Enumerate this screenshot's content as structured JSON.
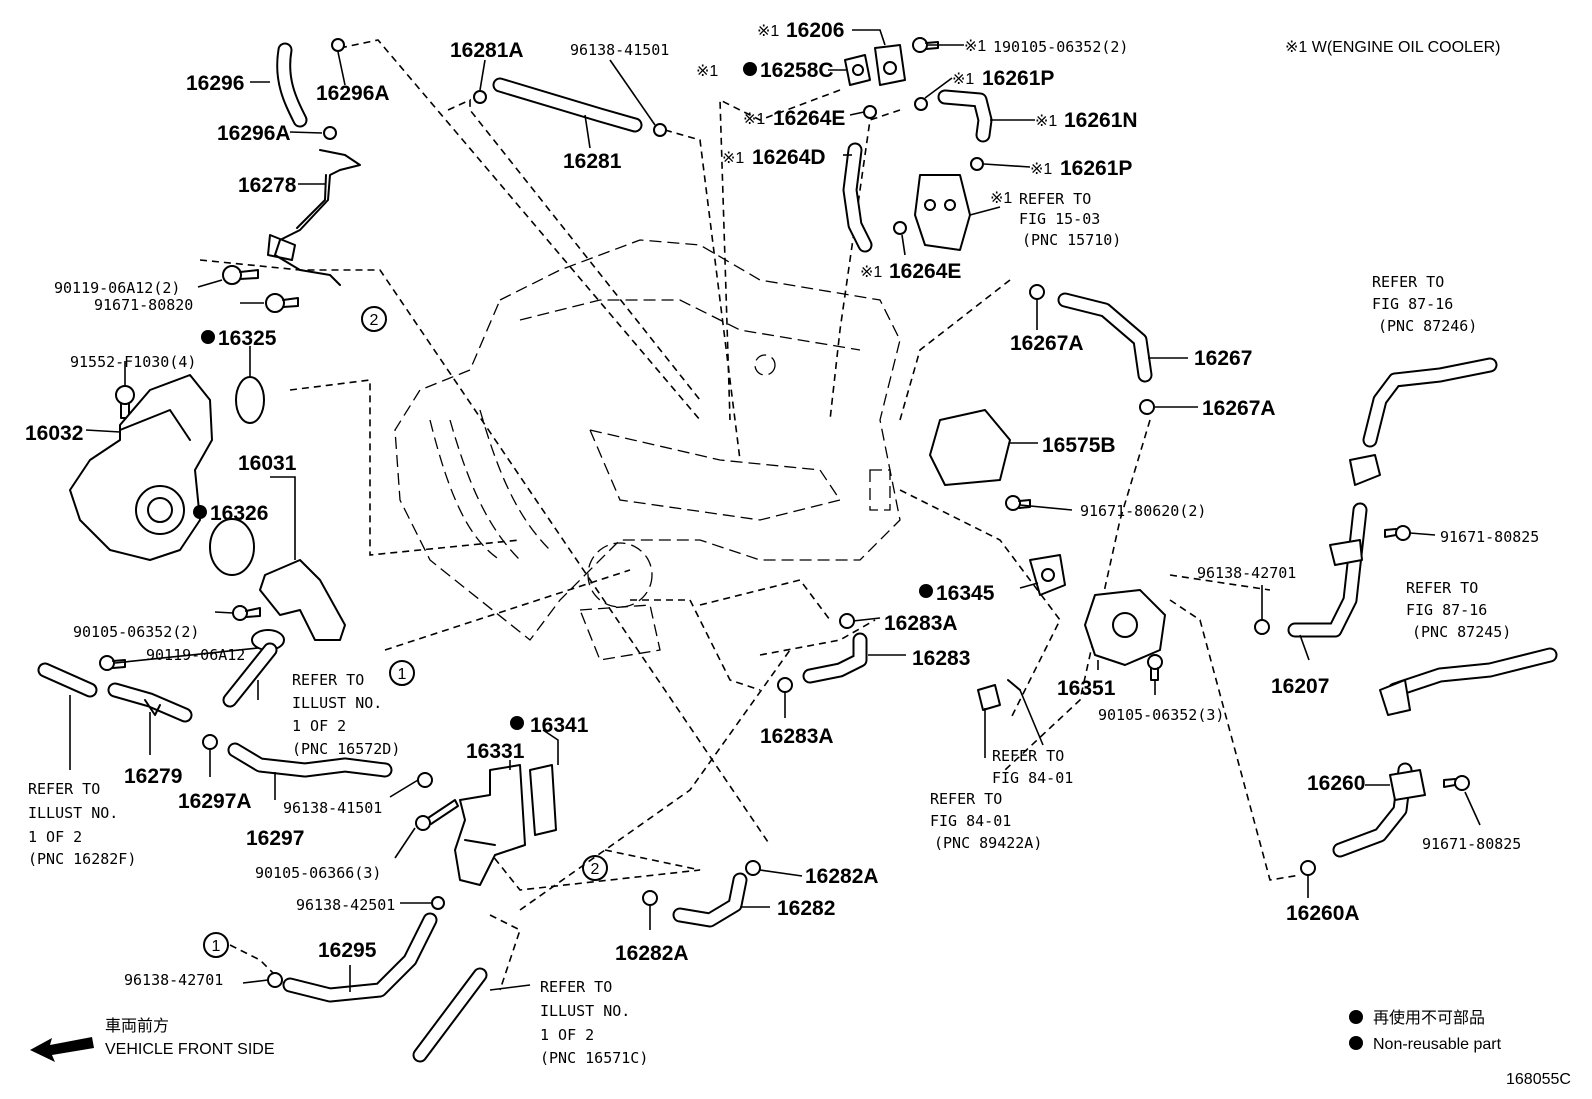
{
  "header_note": "※1 W(ENGINE OIL COOLER)",
  "figure_code": "168055C",
  "front_label_jp": "車両前方",
  "front_label_en": "VEHICLE FRONT SIDE",
  "legend": {
    "jp": "再使用不可部品",
    "en": "Non-reusable part"
  },
  "circle_refs": [
    "1",
    "2"
  ],
  "labels": {
    "p16296": "16296",
    "p16296A_top": "16296A",
    "p16296A_mid": "16296A",
    "p16278": "16278",
    "p90119_06A12_2": "90119-06A12(2)",
    "p91671_80820": "91671-80820",
    "p16325": "16325",
    "p91552": "91552-F1030(4)",
    "p16032": "16032",
    "p16031": "16031",
    "p16326": "16326",
    "p90105_06352_2": "90105-06352(2)",
    "p90119_06A12": "90119-06A12",
    "p16279": "16279",
    "p16297A": "16297A",
    "p16297": "16297",
    "p96138_41501_low": "96138-41501",
    "p90105_06366": "90105-06366(3)",
    "p96138_42501": "96138-42501",
    "p16295": "16295",
    "p96138_42701_low": "96138-42701",
    "p16281A": "16281A",
    "p96138_41501_top": "96138-41501",
    "p16281": "16281",
    "p16206": "16206",
    "p16258C": "16258C",
    "p190105": "190105-06352(2)",
    "p16264E_top": "16264E",
    "p16264D": "16264D",
    "p16261P_top": "16261P",
    "p16261N": "16261N",
    "p16261P_low": "16261P",
    "p16264E_low": "16264E",
    "p16267A_top": "16267A",
    "p16267": "16267",
    "p16267A_low": "16267A",
    "p16575B": "16575B",
    "p91671_80620": "91671-80620(2)",
    "p16345": "16345",
    "p16283A_top": "16283A",
    "p16283": "16283",
    "p16283A_low": "16283A",
    "p16351": "16351",
    "p90105_06352_3": "90105-06352(3)",
    "p96138_42701_right": "96138-42701",
    "p16207": "16207",
    "p91671_80825_top": "91671-80825",
    "p16260": "16260",
    "p91671_80825_low": "91671-80825",
    "p16260A": "16260A",
    "p16341": "16341",
    "p16331": "16331",
    "p16282A_right": "16282A",
    "p16282": "16282",
    "p16282A_low": "16282A"
  },
  "ref_prefix": "※1",
  "refs": {
    "oil_cooler": [
      "REFER TO",
      "FIG 15-03",
      "(PNC 15710)"
    ],
    "fig87_16_top": [
      "REFER TO",
      "FIG 87-16",
      "(PNC 87246)"
    ],
    "fig87_16_low": [
      "REFER TO",
      "FIG 87-16",
      "(PNC 87245)"
    ],
    "illust_16572D": [
      "REFER TO",
      "ILLUST NO.",
      "1 OF 2",
      "(PNC 16572D)"
    ],
    "illust_16282F": [
      "REFER TO",
      "ILLUST NO.",
      "1 OF 2",
      "(PNC 16282F)"
    ],
    "illust_16571C": [
      "REFER TO",
      "ILLUST NO.",
      "1 OF 2",
      "(PNC 16571C)"
    ],
    "fig84_01_a": [
      "REFER TO",
      "FIG 84-01"
    ],
    "fig84_01_b": [
      "REFER TO",
      "FIG 84-01",
      "(PNC 89422A)"
    ]
  }
}
